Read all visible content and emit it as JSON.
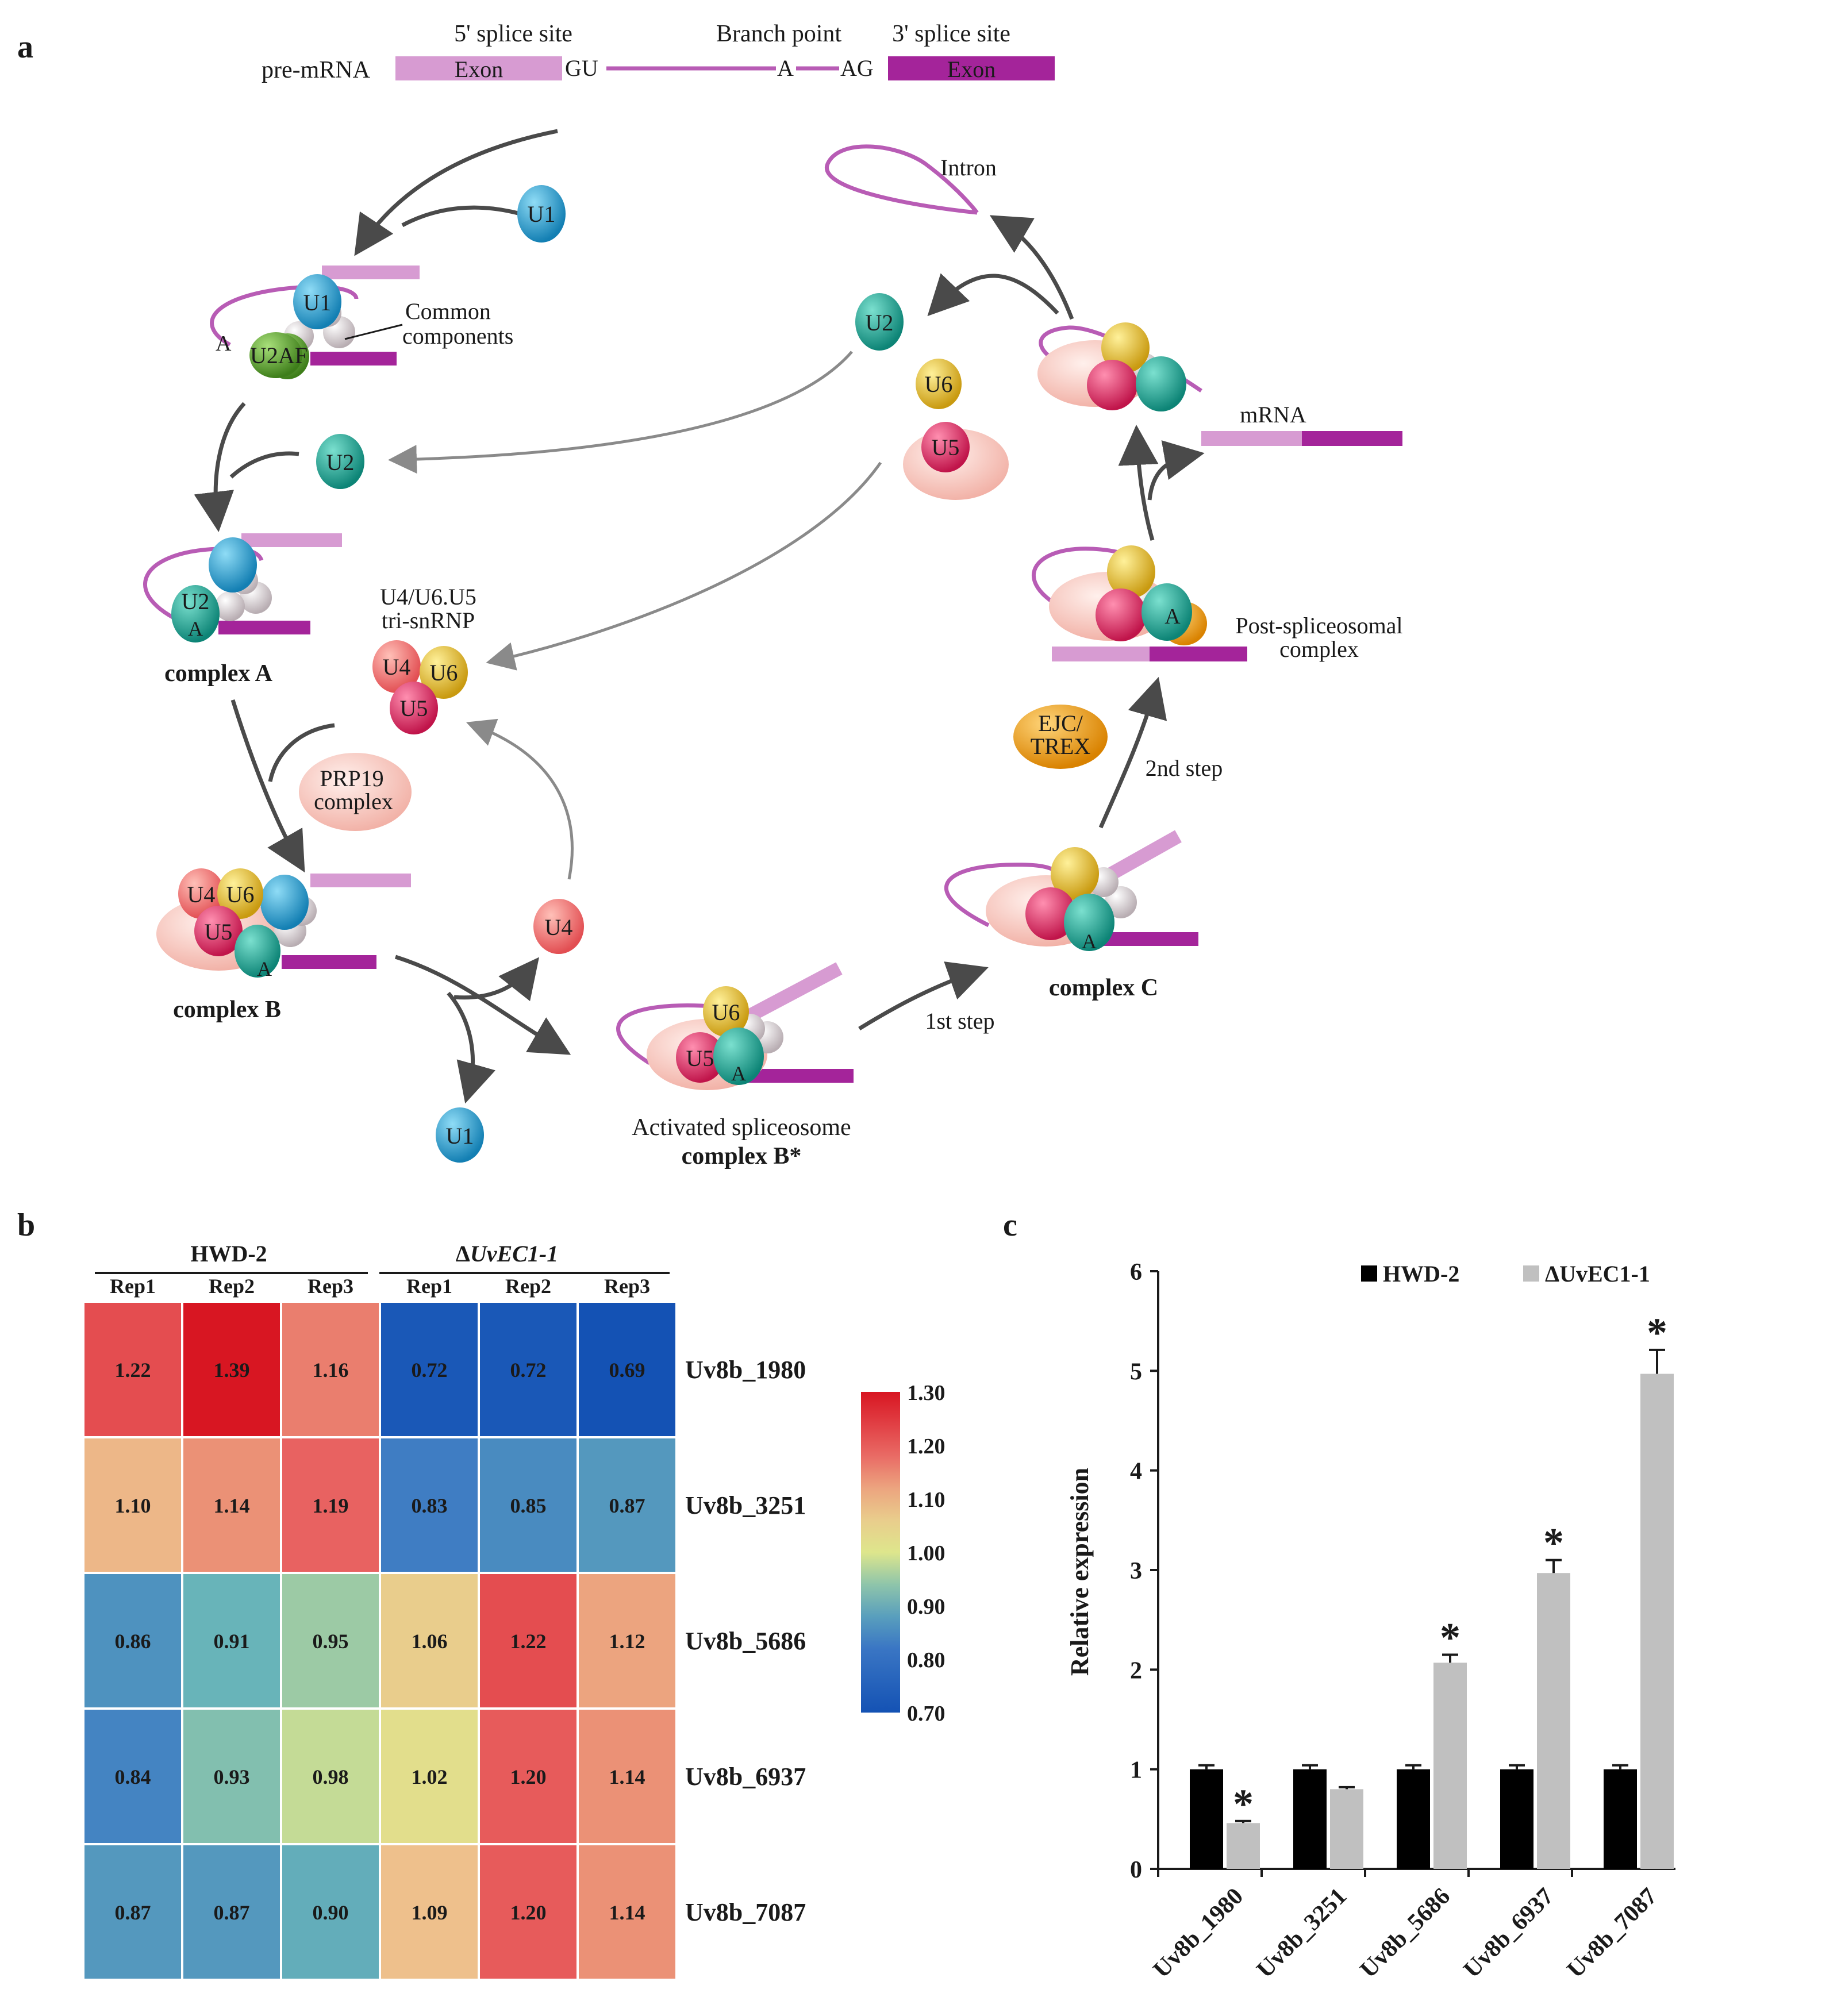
{
  "panel_labels": {
    "a": "a",
    "b": "b",
    "c": "c"
  },
  "colors": {
    "exon_light": "#d79bd2",
    "exon_dark": "#a4249a",
    "intron_line": "#b85cb5",
    "arrow_dark": "#4a4a4a",
    "arrow_grey": "#8a8a8a",
    "u1": "#1f9fd4",
    "u2": "#14a596",
    "u2af": "#5aa82a",
    "u4": "#f07070",
    "u5": "#e02a5e",
    "u6": "#e6c22a",
    "ejc": "#f0a010",
    "prp19": "#f8c3bb",
    "grey_bead": "#d8d0d4",
    "bar_hwd": "#000000",
    "bar_mut": "#c0c0c0"
  },
  "panel_a": {
    "pre_mrna": {
      "label": "pre-mRNA",
      "site5": "5' splice site",
      "branch": "Branch point",
      "site3": "3' splice site",
      "exon1": "Exon",
      "gu": "GU",
      "a": "A",
      "ag": "AG",
      "exon2": "Exon"
    },
    "u1_free": "U1",
    "e_complex": {
      "u1": "U1",
      "u2af": "U2AF",
      "a": "A",
      "common": [
        "Common",
        "components"
      ]
    },
    "u2_free_left": "U2",
    "complex_a": {
      "u2": "U2",
      "a": "A",
      "label": "complex A"
    },
    "tri": {
      "title": [
        "U4/U6.U5",
        "tri-snRNP"
      ],
      "u4": "U4",
      "u6": "U6",
      "u5": "U5"
    },
    "prp19": [
      "PRP19",
      "complex"
    ],
    "complex_b": {
      "u4": "U4",
      "u6": "U6",
      "u5": "U5",
      "a": "A",
      "label": "complex B"
    },
    "u4_free": "U4",
    "u1_released": "U1",
    "b_star": {
      "u6": "U6",
      "u5": "U5",
      "a": "A",
      "label1": "Activated spliceosome",
      "label2": "complex B*"
    },
    "step1": "1st step",
    "complex_c": {
      "a": "A",
      "label": "complex C"
    },
    "ejc": [
      "EJC/",
      "TREX"
    ],
    "step2": "2nd step",
    "post": {
      "a": "A",
      "label": [
        "Post-spliceosomal",
        "complex"
      ]
    },
    "mrna": "mRNA",
    "intron": "Intron",
    "u2_free_right": "U2",
    "u6_free": "U6",
    "u5_free": "U5"
  },
  "panel_b": {
    "group1": "HWD-2",
    "group2_prefix": "Δ",
    "group2": "UvEC1-1",
    "reps": [
      "Rep1",
      "Rep2",
      "Rep3",
      "Rep1",
      "Rep2",
      "Rep3"
    ],
    "genes": [
      "Uv8b_1980",
      "Uv8b_3251",
      "Uv8b_5686",
      "Uv8b_6937",
      "Uv8b_7087"
    ],
    "values": [
      [
        1.22,
        1.39,
        1.16,
        0.72,
        0.72,
        0.69
      ],
      [
        1.1,
        1.14,
        1.19,
        0.83,
        0.85,
        0.87
      ],
      [
        0.86,
        0.91,
        0.95,
        1.06,
        1.22,
        1.12
      ],
      [
        0.84,
        0.93,
        0.98,
        1.02,
        1.2,
        1.14
      ],
      [
        0.87,
        0.87,
        0.9,
        1.09,
        1.2,
        1.14
      ]
    ],
    "colorbar_min": 0.7,
    "colorbar_max": 1.3,
    "colorbar_ticks": [
      "1.30",
      "1.20",
      "1.10",
      "1.00",
      "0.90",
      "0.80",
      "0.70"
    ]
  },
  "chart_data": {
    "type": "bar",
    "categories": [
      "Uv8b_1980",
      "Uv8b_3251",
      "Uv8b_5686",
      "Uv8b_6937",
      "Uv8b_7087"
    ],
    "series": [
      {
        "name": "HWD-2",
        "values": [
          1.0,
          1.0,
          1.0,
          1.0,
          1.0
        ],
        "errors": [
          0.04,
          0.04,
          0.04,
          0.04,
          0.04
        ]
      },
      {
        "name": "ΔUvEC1-1",
        "values": [
          0.46,
          0.8,
          2.07,
          2.97,
          4.97
        ],
        "errors": [
          0.02,
          0.02,
          0.08,
          0.13,
          0.24
        ]
      }
    ],
    "significance": [
      "*",
      "",
      "*",
      "*",
      "*"
    ],
    "ylabel": "Relative expression",
    "ylim": [
      0,
      6
    ],
    "yticks": [
      "0",
      "1",
      "2",
      "3",
      "4",
      "5",
      "6"
    ],
    "legend": "top",
    "grid": false
  }
}
